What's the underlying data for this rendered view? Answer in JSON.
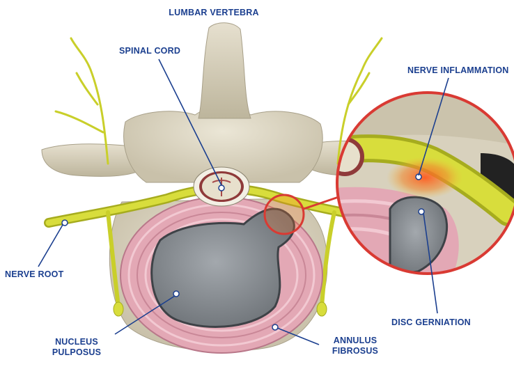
{
  "title": "LUMBAR VERTEBRA",
  "labels": {
    "spinal_cord": "SPINAL CORD",
    "nerve_inflammation": "NERVE INFLAMMATION",
    "nerve_root": "NERVE ROOT",
    "disc_herniation": "DISC GERNIATION",
    "nucleus_line1": "NUCLEUS",
    "nucleus_line2": "PULPOSUS",
    "annulus_line1": "ANNULUS",
    "annulus_line2": "FIBROSUS"
  },
  "colors": {
    "label_text": "#1b3f8f",
    "leader_line": "#1b3f8f",
    "bone": "#d9d3c1",
    "nerve": "#c9cf2a",
    "annulus": "#e3a8b5",
    "nucleus": "#8e9398",
    "inflammation": "#e2502a",
    "magnifier_ring": "#d93a33"
  }
}
